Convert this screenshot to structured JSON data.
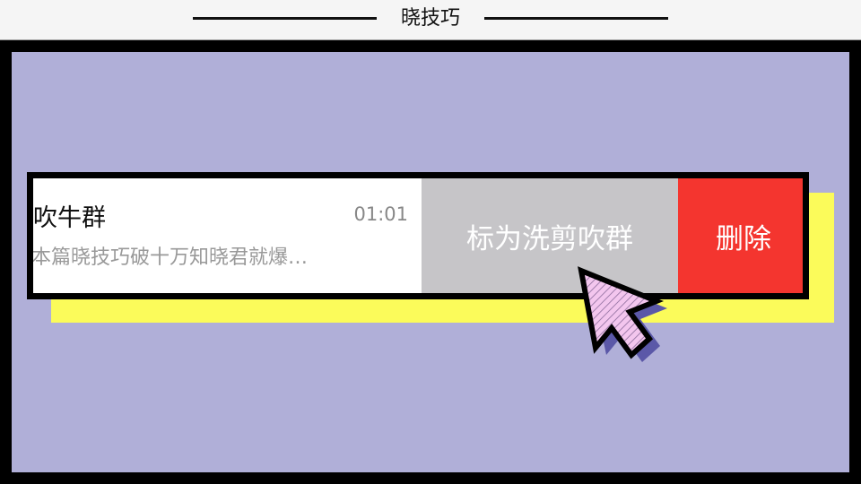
{
  "header": {
    "title": "晓技巧"
  },
  "chat_row": {
    "name": "吹牛群",
    "time": "01:01",
    "preview": "本篇晓技巧破十万知晓君就爆…"
  },
  "actions": {
    "mark_label": "标为洗剪吹群",
    "delete_label": "删除"
  },
  "colors": {
    "background": "#b0afd8",
    "shadow": "#fbfb5a",
    "mark_button": "#c6c5c8",
    "delete_button": "#f4352f",
    "cursor_fill": "#f3c6ee",
    "cursor_shadow": "#5b58a8"
  },
  "icons": {
    "cursor": "pointer-arrow-icon"
  }
}
